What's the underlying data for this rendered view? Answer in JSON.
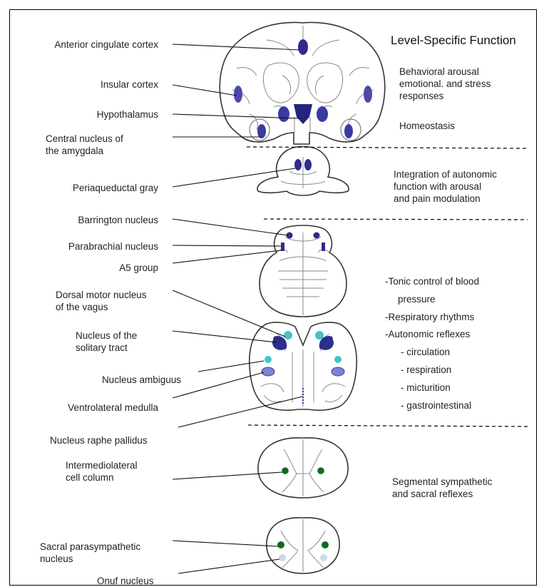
{
  "title": "Level-Specific Function",
  "structures": {
    "anterior_cingulate": "Anterior  cingulate cortex",
    "insular": "Insular cortex",
    "hypothalamus": "Hypothalamus",
    "amygdala": "Central nucleus of\nthe amygdala",
    "pag": "Periaqueductal gray",
    "barrington": "Barrington nucleus",
    "parabrachial": "Parabrachial nucleus",
    "a5": "A5 group",
    "dmnv": "Dorsal motor nucleus\nof the vagus",
    "nts": "Nucleus of the\nsolitary tract",
    "ambiguus": "Nucleus ambiguus",
    "vlm": "Ventrolateral medulla",
    "raphe": "Nucleus raphe pallidus",
    "iml": "Intermediolateral\ncell column",
    "sacral_para": "Sacral parasympathetic\nnucleus",
    "onuf": "Onuf nucleus"
  },
  "functions": {
    "forebrain": "Behavioral arousal\nemotional. and stress\nresponses",
    "homeostasis": "Homeostasis",
    "midbrain": "Integration of autonomic\nfunction  with arousal\nand pain modulation",
    "medulla_1": "-Tonic control of blood",
    "medulla_2": "pressure",
    "medulla_3": "-Respiratory rhythms",
    "medulla_4": "-Autonomic reflexes",
    "medulla_5": "- circulation",
    "medulla_6": "- respiration",
    "medulla_7": "- micturition",
    "medulla_8": "- gastrointestinal",
    "spinal": "Segmental sympathetic\n and sacral reflexes"
  },
  "colors": {
    "dark_blue": "#2d2d8c",
    "light_blue_nucleus": "#6b73c4",
    "cyan": "#3fc6c6",
    "green": "#0f6b1d",
    "pale_blue": "#c6dde8"
  }
}
